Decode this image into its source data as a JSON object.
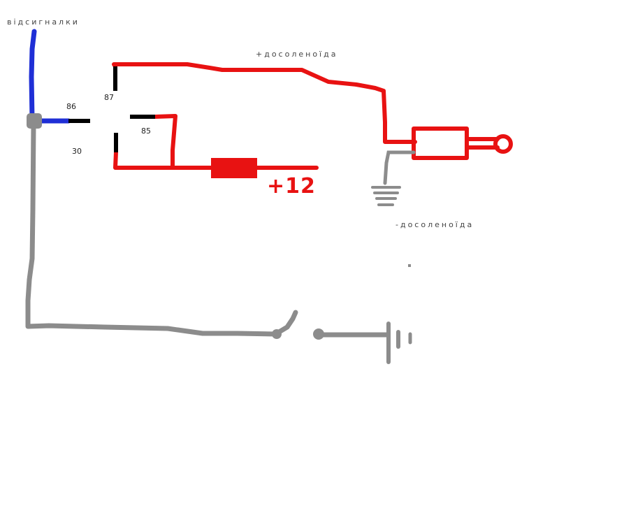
{
  "labels": {
    "from_alarm": "відсигналки",
    "to_solenoid_plus": "+досоленоїда",
    "to_solenoid_minus": "-досоленоїда",
    "pin_87": "87",
    "pin_86": "86",
    "pin_85": "85",
    "pin_30": "30",
    "power_plus12": "+12"
  },
  "colors": {
    "power_wire": "#e81212",
    "signal_wire": "#1f2fd6",
    "ground_wire": "#8c8c8c",
    "relay_contact": "#000000",
    "background": "#ffffff"
  },
  "components": {
    "relay": "relay-pins",
    "fuse": "fuse",
    "solenoid": "solenoid",
    "ground": "ground-symbol",
    "switch": "switch",
    "battery": "battery-symbol"
  }
}
